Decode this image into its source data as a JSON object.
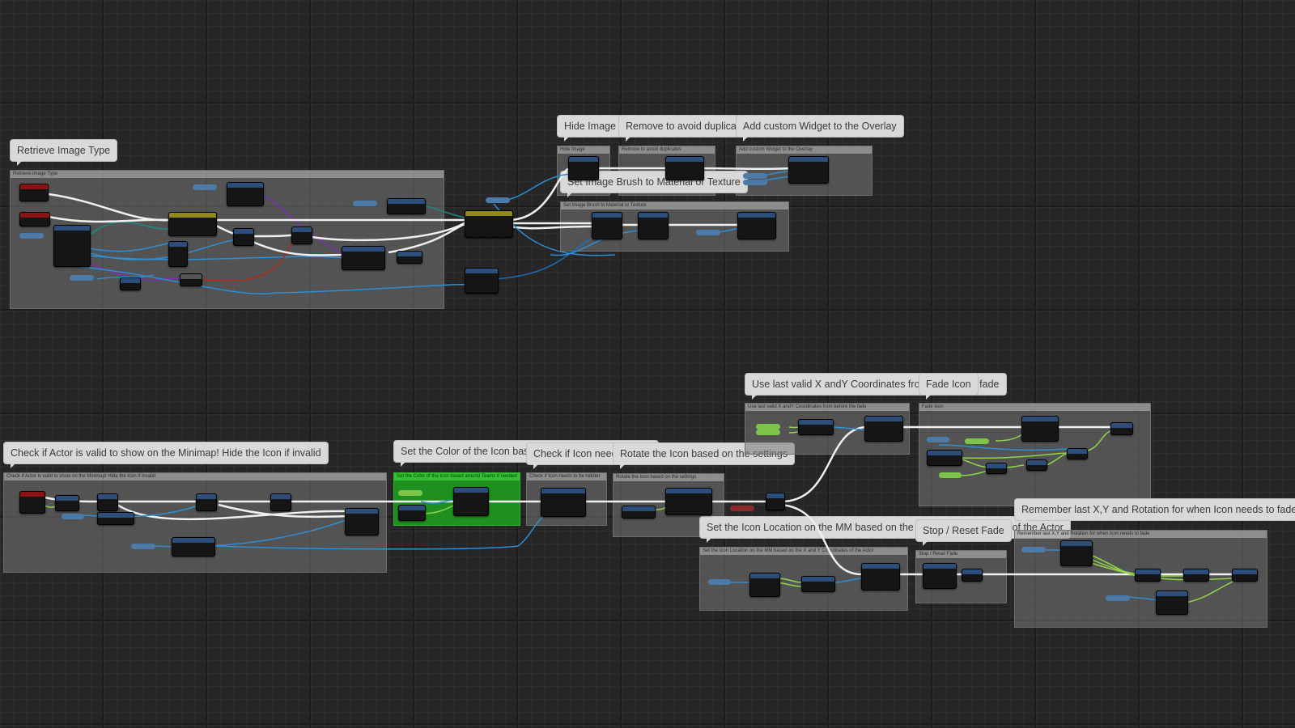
{
  "comments": {
    "retrieve_image_type": "Retrieve Image Type",
    "hide_image": "Hide Image",
    "remove_duplicates": "Remove to avoid duplicates",
    "add_custom_widget": "Add custom Widget to the Overlay",
    "set_image_brush": "Set Image Brush to Material or Texture",
    "check_actor_valid": "Check if Actor is valid to show on the Minimap! Hide the Icon if invalid",
    "set_color": "Set the Color of the Icon based around Teams if needed",
    "check_icon_hidden": "Check if Icon needs to be hidden",
    "rotate_icon": "Rotate the Icon based on the settings",
    "use_last_valid": "Use last valid X andY Coordinates from before the fade",
    "fade_icon": "Fade Icon",
    "set_icon_location": "Set the Icon Location on the MM based on the X and Y Coordinates of the Actor",
    "stop_reset_fade": "Stop / Reset Fade",
    "remember_last": "Remember last X,Y and Rotation for when Icon needs to fade"
  },
  "colors": {
    "exec_wire": "#f0f0f0",
    "data_wire": "#2d8fd4",
    "object_wire": "#1f6db8",
    "purple_wire": "#7a32b8",
    "teal_wire": "#1b8c80",
    "red_wire": "#b12a1a",
    "green_wire": "#8fd44a",
    "highlight_comment": "#1f8f1f"
  }
}
